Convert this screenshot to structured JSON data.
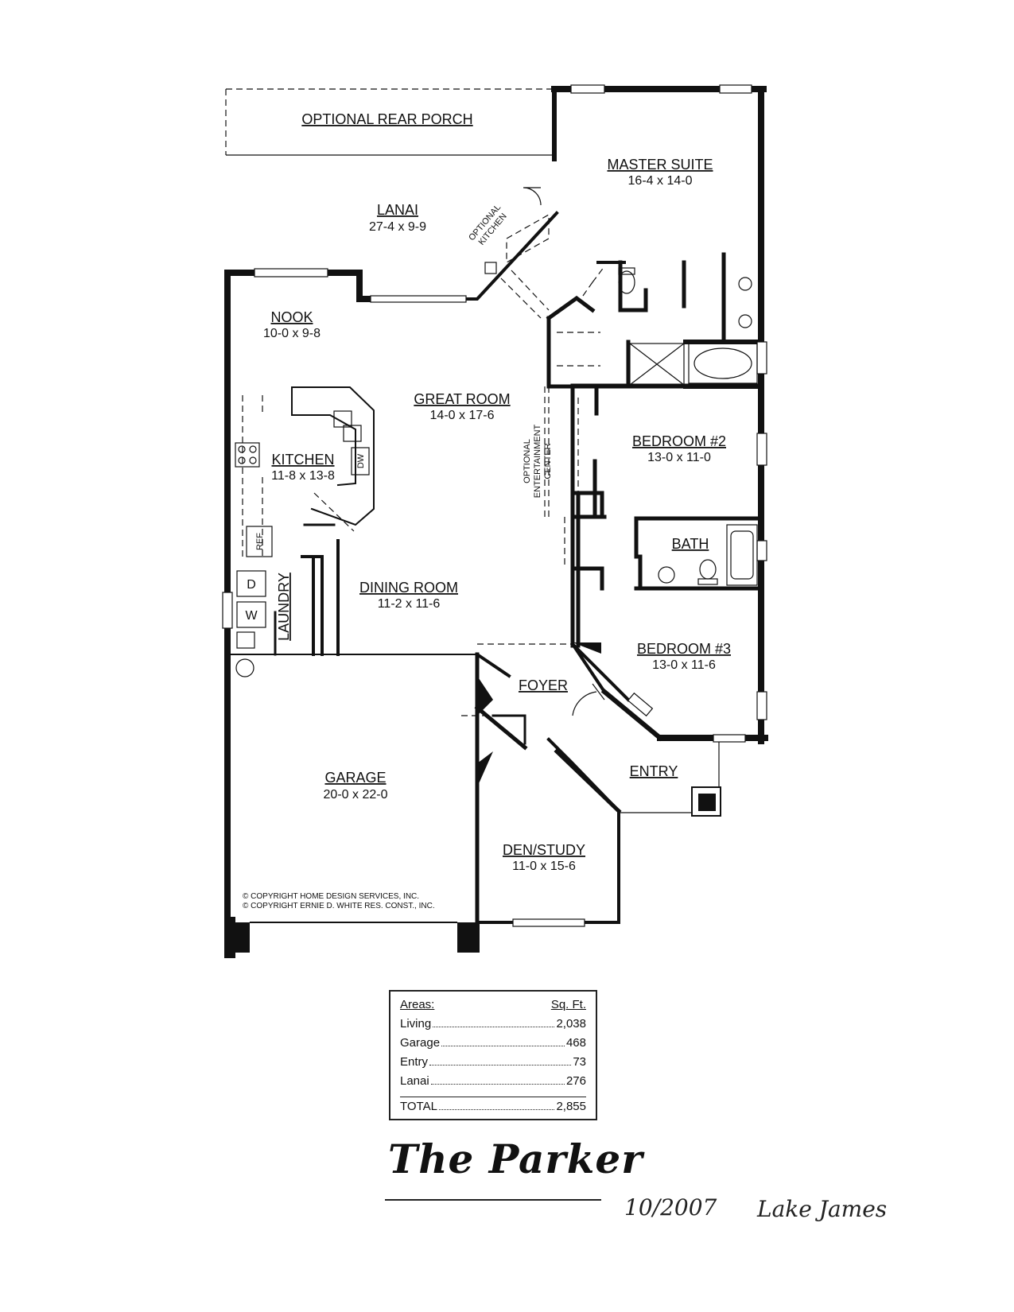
{
  "rooms": {
    "rear_porch": {
      "name": "OPTIONAL REAR PORCH"
    },
    "master_suite": {
      "name": "MASTER SUITE",
      "dims": "16-4 x 14-0"
    },
    "lanai": {
      "name": "LANAI",
      "dims": "27-4 x 9-9"
    },
    "optional_kitchen": {
      "line1": "OPTIONAL",
      "line2": "KITCHEN"
    },
    "nook": {
      "name": "NOOK",
      "dims": "10-0 x 9-8"
    },
    "great_room": {
      "name": "GREAT ROOM",
      "dims": "14-0 x 17-6"
    },
    "kitchen": {
      "name": "KITCHEN",
      "dims": "11-8 x 13-8"
    },
    "entertainment": {
      "line1": "OPTIONAL",
      "line2": "ENTERTAINMENT",
      "line3": "CENTER"
    },
    "bedroom2": {
      "name": "BEDROOM #2",
      "dims": "13-0 x 11-0"
    },
    "bath": {
      "name": "BATH"
    },
    "dining_room": {
      "name": "DINING ROOM",
      "dims": "11-2 x 11-6"
    },
    "laundry": {
      "name": "LAUNDRY"
    },
    "bedroom3": {
      "name": "BEDROOM #3",
      "dims": "13-0 x 11-6"
    },
    "foyer": {
      "name": "FOYER"
    },
    "entry": {
      "name": "ENTRY"
    },
    "garage": {
      "name": "GARAGE",
      "dims": "20-0 x 22-0"
    },
    "den_study": {
      "name": "DEN/STUDY",
      "dims": "11-0 x 15-6"
    }
  },
  "appliances": {
    "dw": "DW",
    "ref": "REF",
    "dryer": "D",
    "washer": "W"
  },
  "copyright": [
    "© COPYRIGHT HOME DESIGN SERVICES, INC.",
    "© COPYRIGHT ERNIE D. WHITE RES. CONST., INC."
  ],
  "areas": {
    "header_label": "Areas:",
    "header_unit": "Sq. Ft.",
    "rows": [
      {
        "label": "Living",
        "value": "2,038"
      },
      {
        "label": "Garage",
        "value": "468"
      },
      {
        "label": "Entry",
        "value": "73"
      },
      {
        "label": "Lanai",
        "value": "276"
      }
    ],
    "total_label": "TOTAL",
    "total_value": "2,855"
  },
  "title": "The Parker",
  "handwritten": {
    "date": "10/2007",
    "location": "Lake James"
  }
}
